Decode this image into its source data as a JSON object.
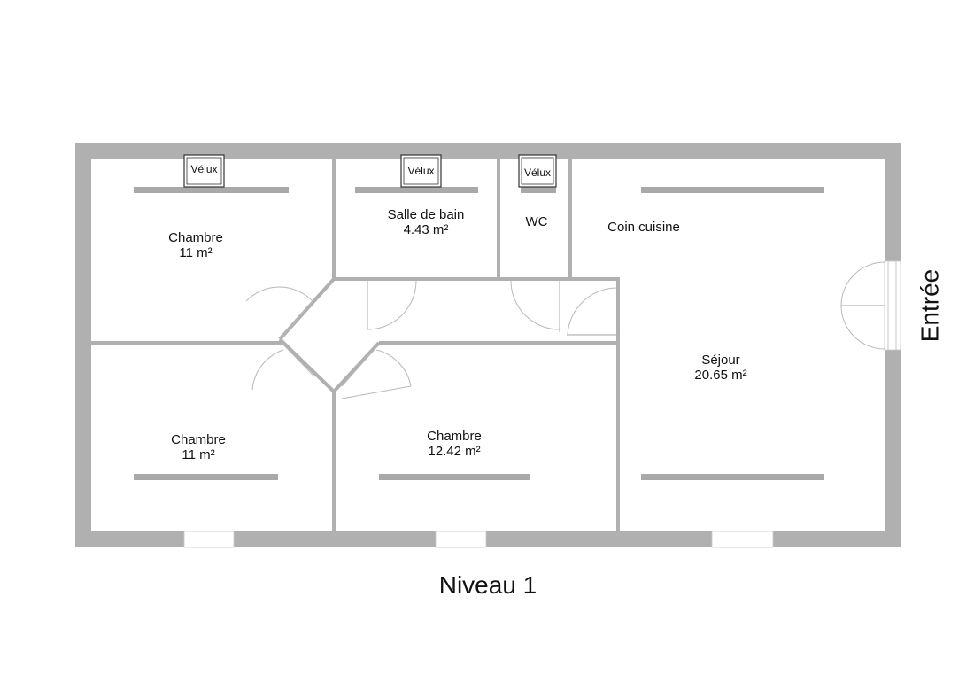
{
  "plan": {
    "level_title": "Niveau 1",
    "entrance_label": "Entrée",
    "skylight_label": "Vélux",
    "rooms": {
      "chambre_top_left": {
        "name": "Chambre",
        "area": "11 m²"
      },
      "salle_de_bain": {
        "name": "Salle de bain",
        "area": "4.43 m²"
      },
      "wc": {
        "name": "WC"
      },
      "coin_cuisine": {
        "name": "Coin cuisine"
      },
      "sejour": {
        "name": "Séjour",
        "area": "20.65 m²"
      },
      "chambre_bottom_left": {
        "name": "Chambre",
        "area": "11 m²"
      },
      "chambre_bottom_middle": {
        "name": "Chambre",
        "area": "12.42 m²"
      }
    },
    "colors": {
      "wall": "#b0b0b0",
      "text": "#111111",
      "background": "#ffffff"
    }
  }
}
